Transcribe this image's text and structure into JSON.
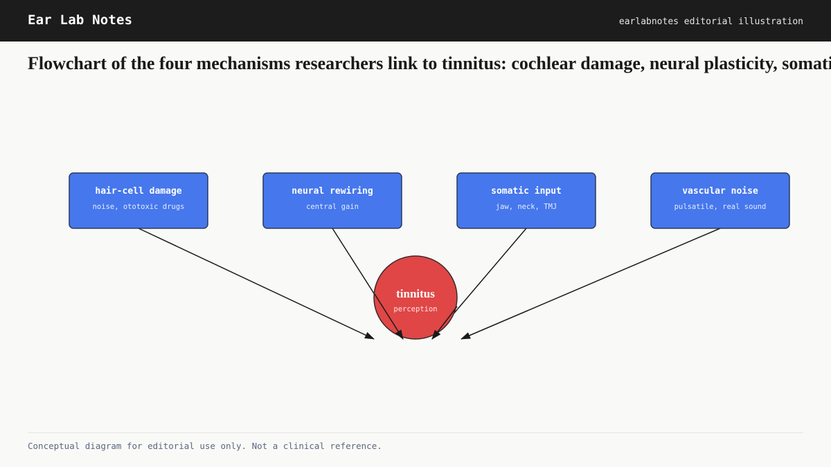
{
  "header": {
    "brand": "Ear Lab Notes",
    "tagline": "earlabnotes editorial illustration"
  },
  "headline": "Flowchart of the four mechanisms researchers link to tinnitus: cochlear damage, neural plasticity, somatic input and vascular noise",
  "diagram": {
    "causes": [
      {
        "title": "hair-cell damage",
        "subtitle": "noise, ototoxic drugs"
      },
      {
        "title": "neural rewiring",
        "subtitle": "central gain"
      },
      {
        "title": "somatic input",
        "subtitle": "jaw, neck, TMJ"
      },
      {
        "title": "vascular noise",
        "subtitle": "pulsatile, real sound"
      }
    ],
    "outcome": {
      "title": "tinnitus",
      "subtitle": "perception"
    },
    "colors": {
      "cause_fill": "#4677ec",
      "cause_stroke": "#2c3a5c",
      "outcome_fill": "#e04646",
      "outcome_stroke": "#3b2a2a",
      "arrow": "#1a1a1a"
    }
  },
  "footer": {
    "note": "Conceptual diagram for editorial use only. Not a clinical reference."
  }
}
